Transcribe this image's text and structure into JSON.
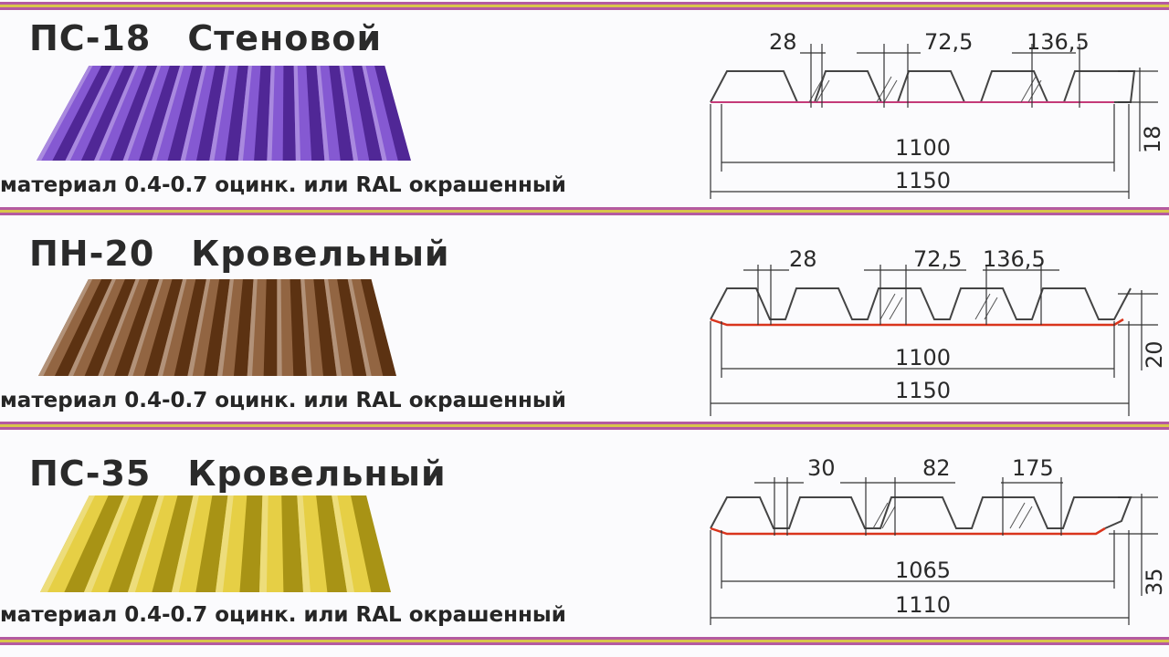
{
  "colors": {
    "stripe_primary": "#b45aa0",
    "stripe_secondary": "#d9c64a",
    "sheet_ps18": "#6a34c8",
    "sheet_pn20": "#7a4318",
    "sheet_ps35": "#e0c41c",
    "coating_edge": "#d9341c"
  },
  "sections": [
    {
      "code": "ПС-18",
      "type": "Стеновой",
      "material": "материал  0.4-0.7 оцинк. или RAL окрашенный",
      "dims": {
        "rib_top": "28",
        "step_mid": "72,5",
        "pitch": "136,5",
        "useful_width": "1100",
        "total_width": "1150",
        "height": "18"
      }
    },
    {
      "code": "ПН-20",
      "type": "Кровельный",
      "material": "материал  0.4-0.7 оцинк. или RAL окрашенный",
      "dims": {
        "rib_top": "28",
        "step_mid": "72,5",
        "pitch": "136,5",
        "useful_width": "1100",
        "total_width": "1150",
        "height": "20"
      }
    },
    {
      "code": "ПС-35",
      "type": "Кровельный",
      "material": "материал  0.4-0.7 оцинк. или RAL окрашенный",
      "dims": {
        "rib_top": "30",
        "step_mid": "82",
        "pitch": "175",
        "useful_width": "1065",
        "total_width": "1110",
        "height": "35"
      }
    }
  ]
}
